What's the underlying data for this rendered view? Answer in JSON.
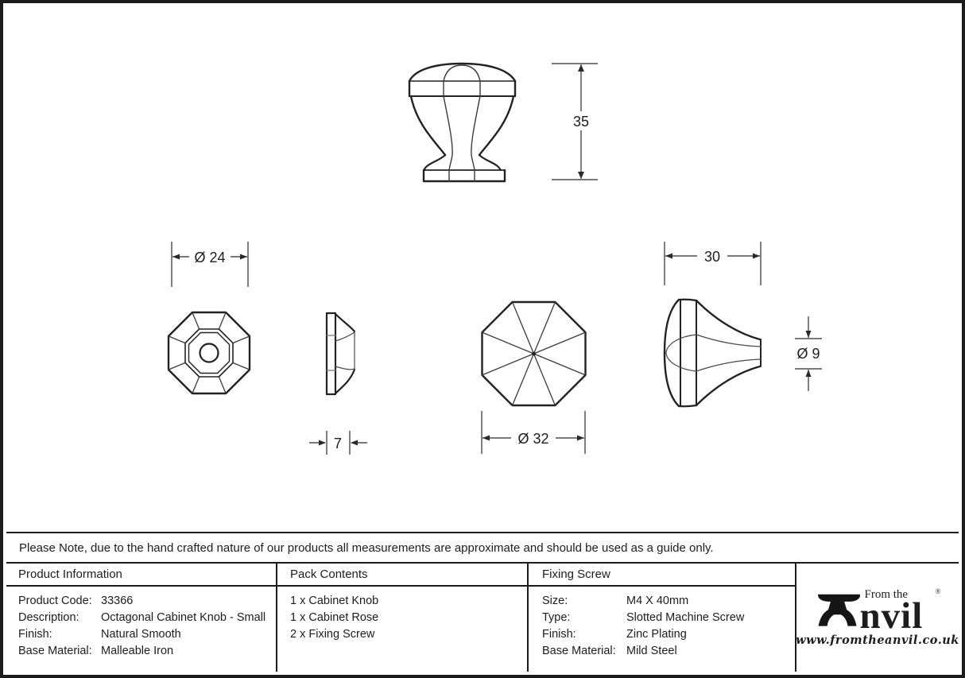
{
  "note": "Please Note, due to the hand crafted nature of our products all measurements are approximate and should be used as a guide only.",
  "drawings": {
    "dim_overall_height": "35",
    "dim_rose_diameter": "Ø 24",
    "dim_rose_depth": "7",
    "dim_knob_diameter": "Ø 32",
    "dim_knob_depth": "30",
    "dim_stem_diameter": "Ø 9"
  },
  "table": {
    "product_information": {
      "header": "Product Information",
      "rows": [
        {
          "label": "Product Code:",
          "value": "33366"
        },
        {
          "label": "Description:",
          "value": "Octagonal Cabinet Knob - Small"
        },
        {
          "label": "Finish:",
          "value": "Natural Smooth"
        },
        {
          "label": "Base Material:",
          "value": "Malleable Iron"
        }
      ]
    },
    "pack_contents": {
      "header": "Pack Contents",
      "items": [
        "1 x Cabinet Knob",
        "1 x Cabinet Rose",
        "2 x Fixing Screw"
      ]
    },
    "fixing_screw": {
      "header": "Fixing Screw",
      "rows": [
        {
          "label": "Size:",
          "value": "M4 X 40mm"
        },
        {
          "label": "Type:",
          "value": "Slotted Machine Screw"
        },
        {
          "label": "Finish:",
          "value": "Zinc Plating"
        },
        {
          "label": "Base Material:",
          "value": "Mild Steel"
        }
      ]
    }
  },
  "logo": {
    "brand_prefix": "From the",
    "brand_display_rest": "nvil",
    "registered": "®",
    "website": "www.fromtheanvil.co.uk"
  }
}
